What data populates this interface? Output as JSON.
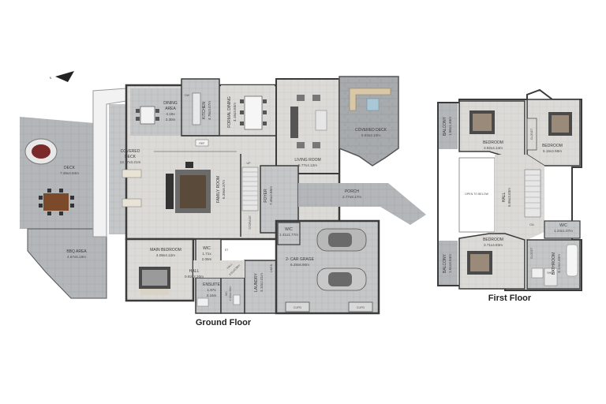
{
  "titles": {
    "ground": "Ground Floor",
    "first": "First Floor"
  },
  "compass": {
    "label": "N"
  },
  "rooms": {
    "deck": {
      "name": "DECK",
      "dim": "7.49x4.94m"
    },
    "covered_deck_w": {
      "name1": "COVERED",
      "name2": "DECK",
      "dim": "13.77x3.21m"
    },
    "bbq": {
      "name": "BBQ AREA",
      "dim": "4.67x5.18m"
    },
    "dining": {
      "name1": "DINING",
      "name2": "AREA",
      "dim1": "4.18x",
      "dim2": "3.30m"
    },
    "dw": {
      "name": "DW"
    },
    "kitchen": {
      "name": "KITCHEN",
      "dim": "4.76x3.07m"
    },
    "formal_dining": {
      "name": "FORMAL DINING",
      "dim": "4.18x3.65m"
    },
    "ref": {
      "name": "REF"
    },
    "living": {
      "name": "LIVING ROOM",
      "dim": "5.77x4.12m"
    },
    "covered_deck_e": {
      "name": "COVERED DECK",
      "dim": "5.93x4.10m"
    },
    "family": {
      "name": "FAMILY ROOM",
      "dim": "6.39x6.37m"
    },
    "storage": {
      "name": "STORAGE"
    },
    "foyer": {
      "name": "FOYER",
      "dim": "7.45x2.85m"
    },
    "porch": {
      "name": "PORCH",
      "dim": "2.77x8.17m"
    },
    "up": {
      "name": "UP"
    },
    "main_bed": {
      "name": "MAIN BEDROOM",
      "dim": "4.08x4.12m"
    },
    "wic_g": {
      "name": "WIC",
      "dim1": "1.71x",
      "dim2": "2.09m"
    },
    "st": {
      "name": "ST"
    },
    "hall_a": {
      "name": "HALL",
      "dim": "0.92x2.20m"
    },
    "hall_b": {
      "name": "HALL",
      "dim": "3.01x0.98m"
    },
    "ensuite": {
      "name": "ENSUITE",
      "dim1": "1.97x",
      "dim2": "3.16m"
    },
    "wc_g": {
      "name": "WC",
      "dim": "2.30x1.66m"
    },
    "laundry": {
      "name": "LAUNDRY",
      "dim": "3.10x2.01m"
    },
    "linen": {
      "name": "LINEN"
    },
    "wc_g2": {
      "name": "W/C",
      "dim": "1.41x1.77m"
    },
    "garage": {
      "name": "2- CAR GRAGE",
      "dim": "6.28x6.90m"
    },
    "cupd1": {
      "name": "CUPD"
    },
    "cupd2": {
      "name": "CUPD"
    },
    "balcony_top": {
      "name": "BALCONY",
      "dim": "1.86x1.46m"
    },
    "bedroom1": {
      "name": "BEDROOM",
      "dim": "3.82x4.14m"
    },
    "bedroom2": {
      "name": "BEDROOM",
      "dim": "5.15x2.98m"
    },
    "closet1": {
      "name": "CLOSET"
    },
    "closet2": {
      "name": "CLOSET"
    },
    "open_below": {
      "name": "OPEN TO BELOW"
    },
    "hall_f": {
      "name": "HALL",
      "dim": "5.95x3.03m"
    },
    "dn": {
      "name": "DN"
    },
    "bedroom3": {
      "name": "BEDROOM",
      "dim": "3.71x4.83m"
    },
    "balcony_bot": {
      "name": "BALCONY",
      "dim": "1.61x4.54m"
    },
    "wc_f": {
      "name": "W/C",
      "dim": "1.24x1.07m"
    },
    "bathroom": {
      "name": "BATHROOM",
      "dim": "3.12x2.40m"
    },
    "shr": {
      "name": "SHR"
    }
  },
  "colors": {
    "tile": "#b9bcbf",
    "floor": "#d8d6d1",
    "wall": "#3b3b3b",
    "wood": "#7a4a2b",
    "sofa": "#9a9a9a"
  }
}
